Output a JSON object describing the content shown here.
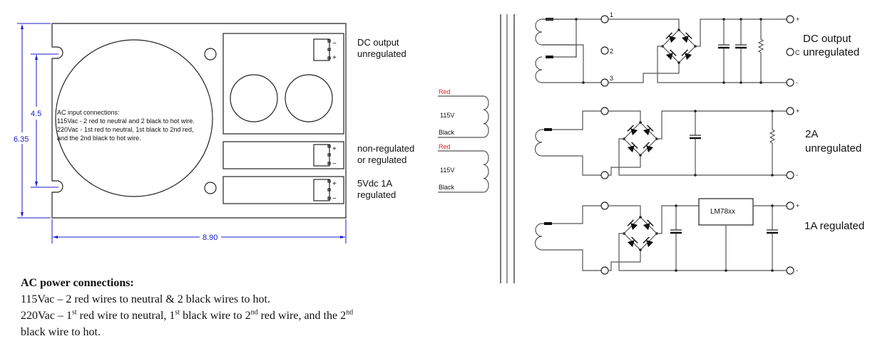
{
  "mechanical": {
    "dimensions": {
      "height": "6.35",
      "hole_spacing": "4.5",
      "width": "8.90"
    },
    "ac_note": {
      "line1": "AC input connections:",
      "line2": "115Vac -  2 red to neutral and 2 black to hot wire.",
      "line3": "220Vac - 1st red to neutral, 1st black to 2nd red,",
      "line4": "and the 2nd black to hot wire."
    },
    "outputs": [
      {
        "line1": "DC output",
        "line2": "unregulated",
        "top_sign": "−",
        "bottom_sign": "+"
      },
      {
        "line1": "non-regulated",
        "line2": "or regulated",
        "top_sign": "+",
        "bottom_sign": "−"
      },
      {
        "line1": "5Vdc 1A",
        "line2": "regulated",
        "top_sign": "+",
        "bottom_sign": "−"
      }
    ]
  },
  "primary": {
    "coils": [
      {
        "top_wire": "Red",
        "voltage": "115V",
        "bottom_wire": "Black"
      },
      {
        "top_wire": "Red",
        "voltage": "115V",
        "bottom_wire": "Black"
      }
    ],
    "colors": {
      "red_label": "#e02020",
      "dimension": "#1a1ad0"
    }
  },
  "schematic": {
    "sections": [
      {
        "label_line1": "DC output",
        "label_line2": "unregulated",
        "pin1": "1",
        "pin2": "2",
        "pin3": "3",
        "center_tap": "C",
        "plus": "+",
        "minus": "-"
      },
      {
        "label_line1": "2A",
        "label_line2": "unregulated",
        "plus": "+",
        "minus": "-"
      },
      {
        "label_line1": "1A regulated",
        "regulator": "LM78xx",
        "plus": "+",
        "minus": "-"
      }
    ]
  },
  "notes": {
    "heading": "AC power connections:",
    "line1": "115Vac – 2 red wires to neutral & 2 black wires to hot.",
    "line2_a": "220Vac – 1",
    "line2_sup1": "st",
    "line2_b": " red wire to neutral, 1",
    "line2_sup2": "st",
    "line2_c": " black wire to 2",
    "line2_sup3": "nd",
    "line2_d": " red wire, and the 2",
    "line2_sup4": "nd",
    "line3": "black wire to hot."
  }
}
